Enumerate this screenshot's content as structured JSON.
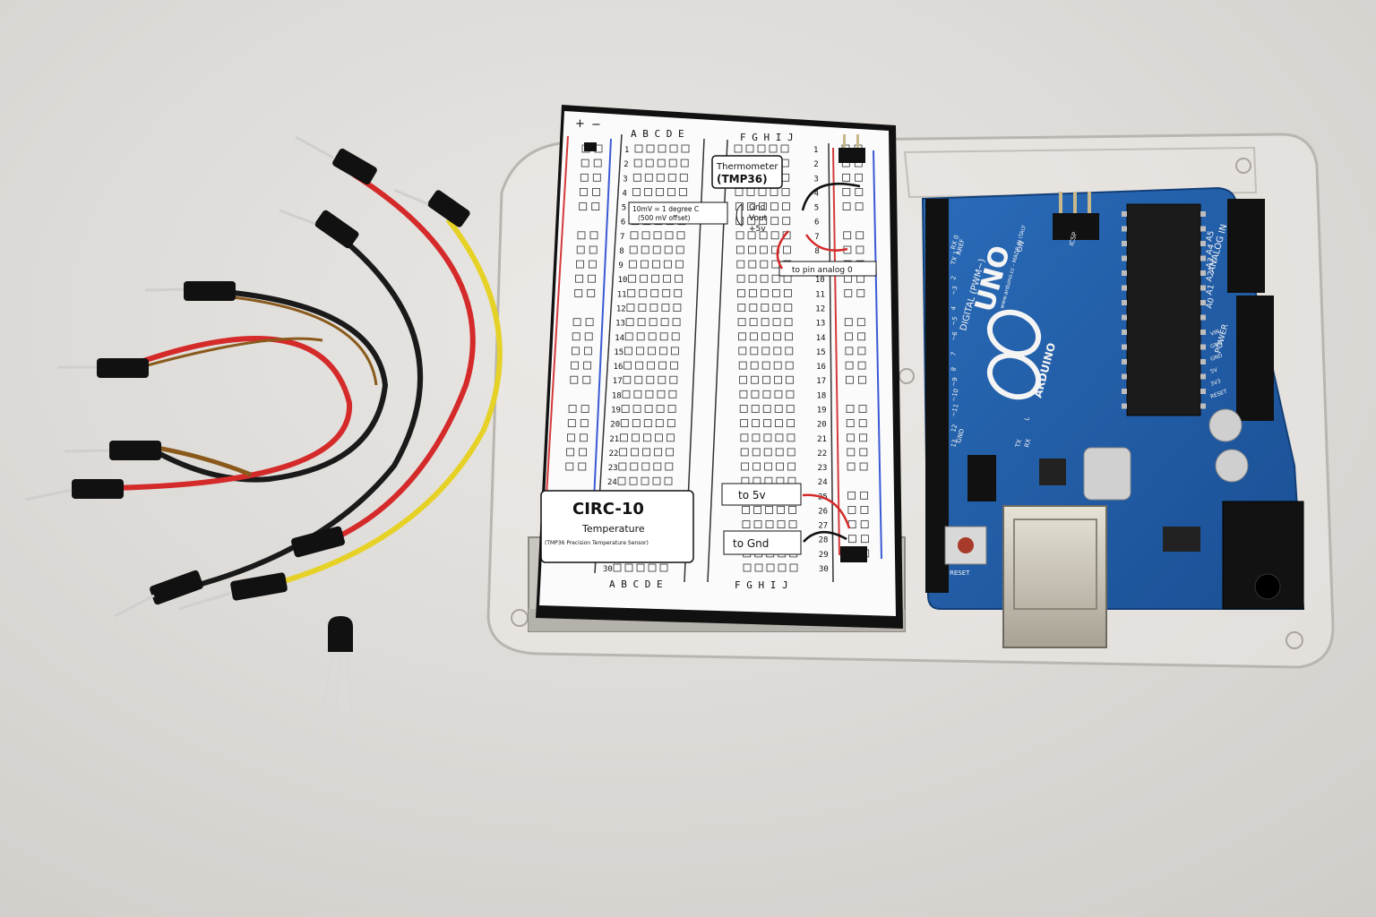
{
  "sheet": {
    "rail_plus": "+",
    "rail_minus": "−",
    "columns_left": "A B C D E",
    "columns_right": "F G H I J",
    "columns_bottom_left": "A B C D E",
    "columns_bottom_right": "F G H I J",
    "component_title": "Thermometer",
    "component_part": "(TMP36)",
    "note_line1": "10mV = 1 degree C",
    "note_line2": "(500 mV offset)",
    "pin_gnd": "Gnd",
    "pin_vout": "Vout",
    "pin_5v": "+5v",
    "label_analog": "to pin analog 0",
    "label_5v": "to 5v",
    "label_gnd": "to Gnd",
    "circuit_id": "CIRC-10",
    "circuit_name": "Temperature",
    "circuit_sub": "(TMP36 Precision Temperature Sensor)",
    "row_numbers": [
      "1",
      "2",
      "3",
      "4",
      "5",
      "6",
      "7",
      "8",
      "9",
      "10",
      "11",
      "12",
      "13",
      "14",
      "15",
      "16",
      "17",
      "18",
      "19",
      "20",
      "21",
      "22",
      "23",
      "24",
      "25",
      "26",
      "27",
      "28",
      "29",
      "30"
    ]
  },
  "arduino": {
    "model": "UNO",
    "brand": "ARDUINO",
    "header_digital": "DIGITAL (PWM~)",
    "header_analog": "ANALOG IN",
    "header_power": "POWER",
    "label_on": "ON",
    "label_tx": "TX",
    "label_rx": "RX",
    "label_l": "L",
    "label_aref": "AREF",
    "label_gnd": "GND",
    "label_reset": "RESET",
    "label_icsp": "ICSP",
    "analog_pins": [
      "A0",
      "A1",
      "A2",
      "A3",
      "A4",
      "A5"
    ],
    "power_pins": [
      "VIN",
      "GND",
      "GND",
      "5V",
      "3V3",
      "RESET"
    ],
    "digital_pins": [
      "13",
      "12",
      "~11",
      "~10",
      "~9",
      "8",
      "7",
      "~6",
      "~5",
      "4",
      "~3",
      "2",
      "TX 1",
      "RX 0"
    ],
    "site": "www.arduino.cc - MADE IN ITALY"
  },
  "colors": {
    "background": "#d9d6d2",
    "board": "#1f5da6",
    "wire_red": "#d42a2a",
    "wire_black": "#1a1a1a",
    "wire_yellow": "#e6d226",
    "wire_brown": "#8a5a1c"
  },
  "parts": {
    "jumper_wires": [
      "red",
      "black",
      "yellow",
      "brown",
      "black",
      "red",
      "brown"
    ],
    "sensor": "TMP36 temperature sensor"
  }
}
